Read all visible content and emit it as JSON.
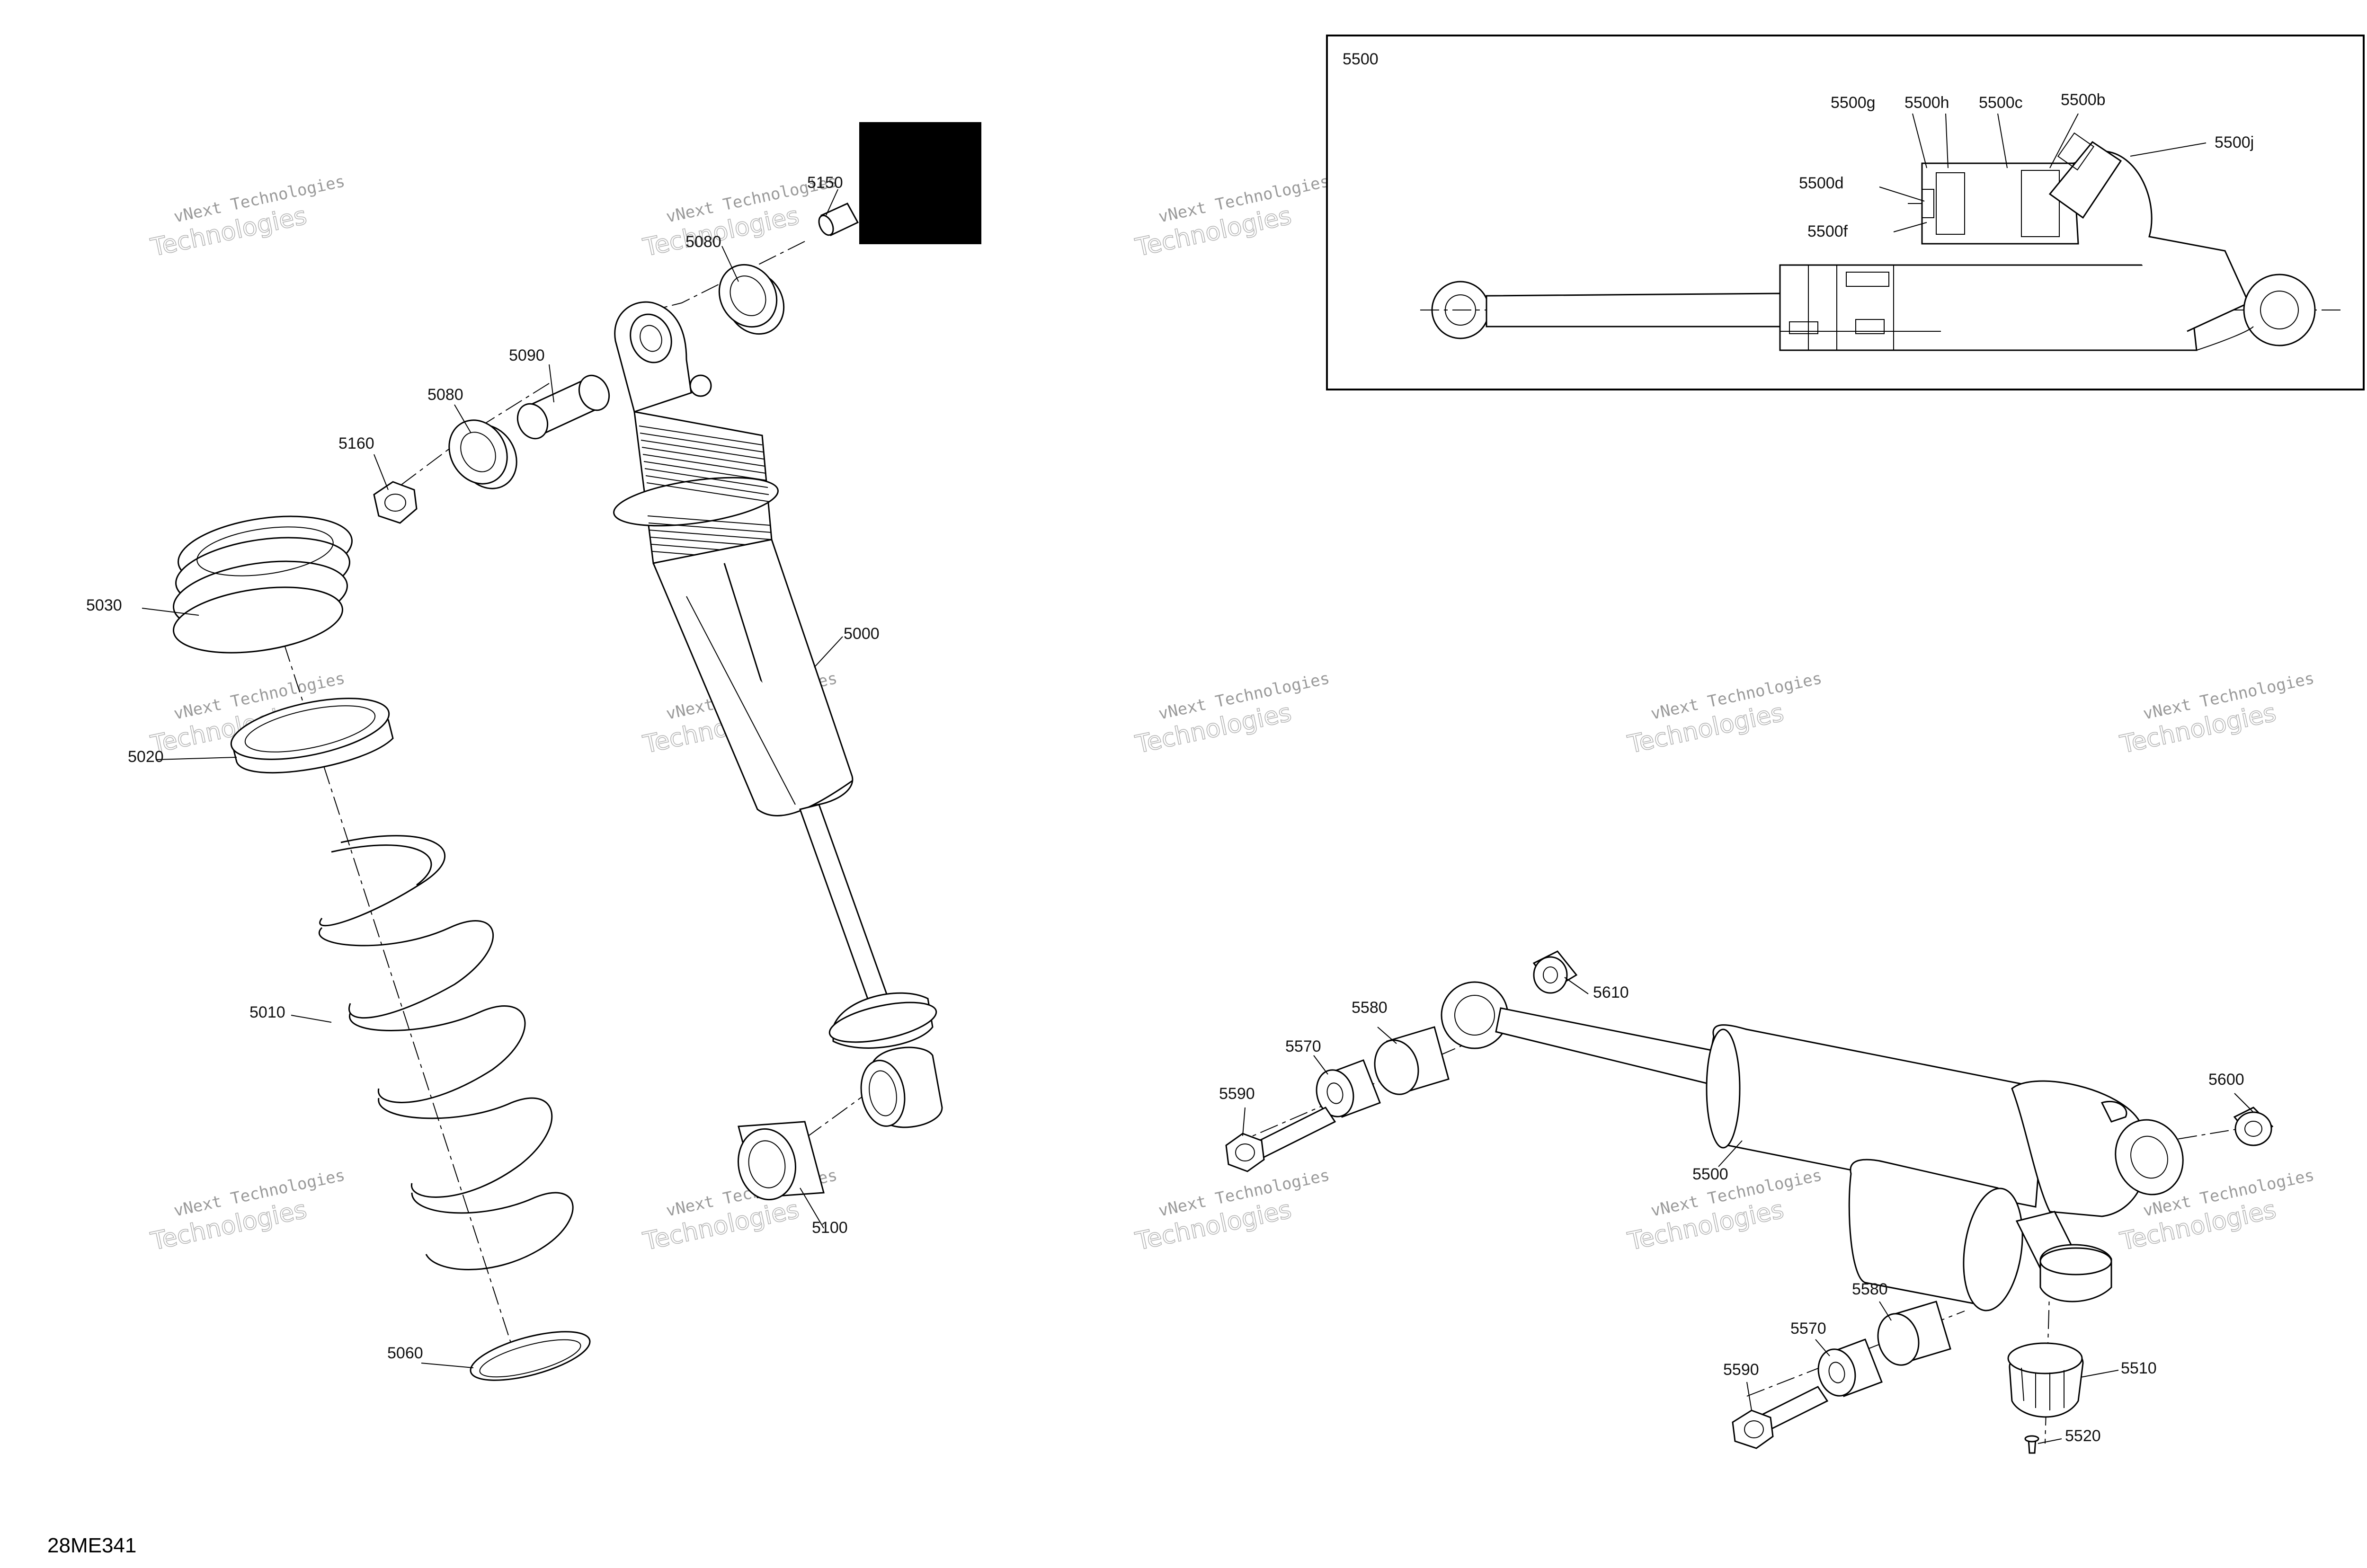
{
  "drawing_code": "28ME341",
  "watermark": {
    "line1": "vNext Technologies",
    "line2": "Technologies"
  },
  "inset": {
    "title": "5500"
  },
  "labels": {
    "l5150": "5150",
    "l5080a": "5080",
    "l5090": "5090",
    "l5080b": "5080",
    "l5160": "5160",
    "l5030": "5030",
    "l5000": "5000",
    "l5020": "5020",
    "l5010": "5010",
    "l5060": "5060",
    "l5100": "5100",
    "l5500g": "5500g",
    "l5500h": "5500h",
    "l5500c": "5500c",
    "l5500b": "5500b",
    "l5500j": "5500j",
    "l5500d": "5500d",
    "l5500f": "5500f",
    "l5610": "5610",
    "l5580a": "5580",
    "l5570a": "5570",
    "l5590a": "5590",
    "l5600": "5600",
    "l5500": "5500",
    "l5580b": "5580",
    "l5570b": "5570",
    "l5590b": "5590",
    "l5510": "5510",
    "l5520": "5520"
  },
  "colors": {
    "line": "#000000",
    "watermark": "#9a9a9a",
    "redaction": "#000000"
  }
}
